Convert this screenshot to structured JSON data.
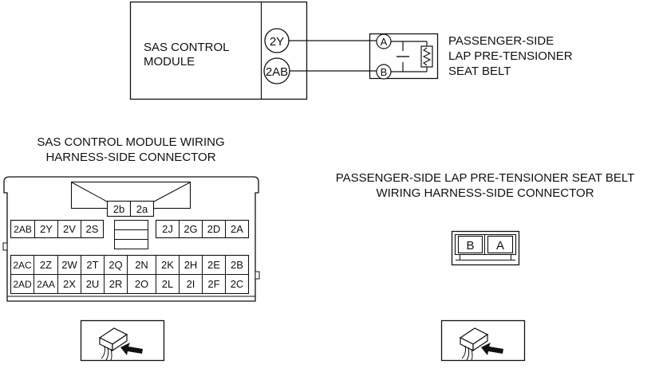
{
  "schematic": {
    "module_label": [
      "SAS CONTROL",
      "MODULE"
    ],
    "module_pins": [
      "2Y",
      "2AB"
    ],
    "device_pins": [
      "A",
      "B"
    ],
    "device_label": [
      "PASSENGER-SIDE",
      "LAP PRE-TENSIONER",
      "SEAT BELT"
    ]
  },
  "module_connector": {
    "title": [
      "SAS CONTROL MODULE WIRING",
      "HARNESS-SIDE CONNECTOR"
    ],
    "top_pins": [
      "2b",
      "2a"
    ],
    "row1_left": [
      "2AB",
      "2Y",
      "2V",
      "2S"
    ],
    "row1_right": [
      "2J",
      "2G",
      "2D",
      "2A"
    ],
    "row2": [
      "2AC",
      "2Z",
      "2W",
      "2T",
      "2Q",
      "2N",
      "2K",
      "2H",
      "2E",
      "2B"
    ],
    "row3": [
      "2AD",
      "2AA",
      "2X",
      "2U",
      "2R",
      "2O",
      "2L",
      "2I",
      "2F",
      "2C"
    ]
  },
  "belt_connector": {
    "title": [
      "PASSENGER-SIDE LAP PRE-TENSIONER SEAT BELT",
      "WIRING HARNESS-SIDE CONNECTOR"
    ],
    "pins": [
      "B",
      "A"
    ]
  },
  "icons": [
    "connector-view-arrow-icon",
    "connector-view-arrow-icon"
  ]
}
